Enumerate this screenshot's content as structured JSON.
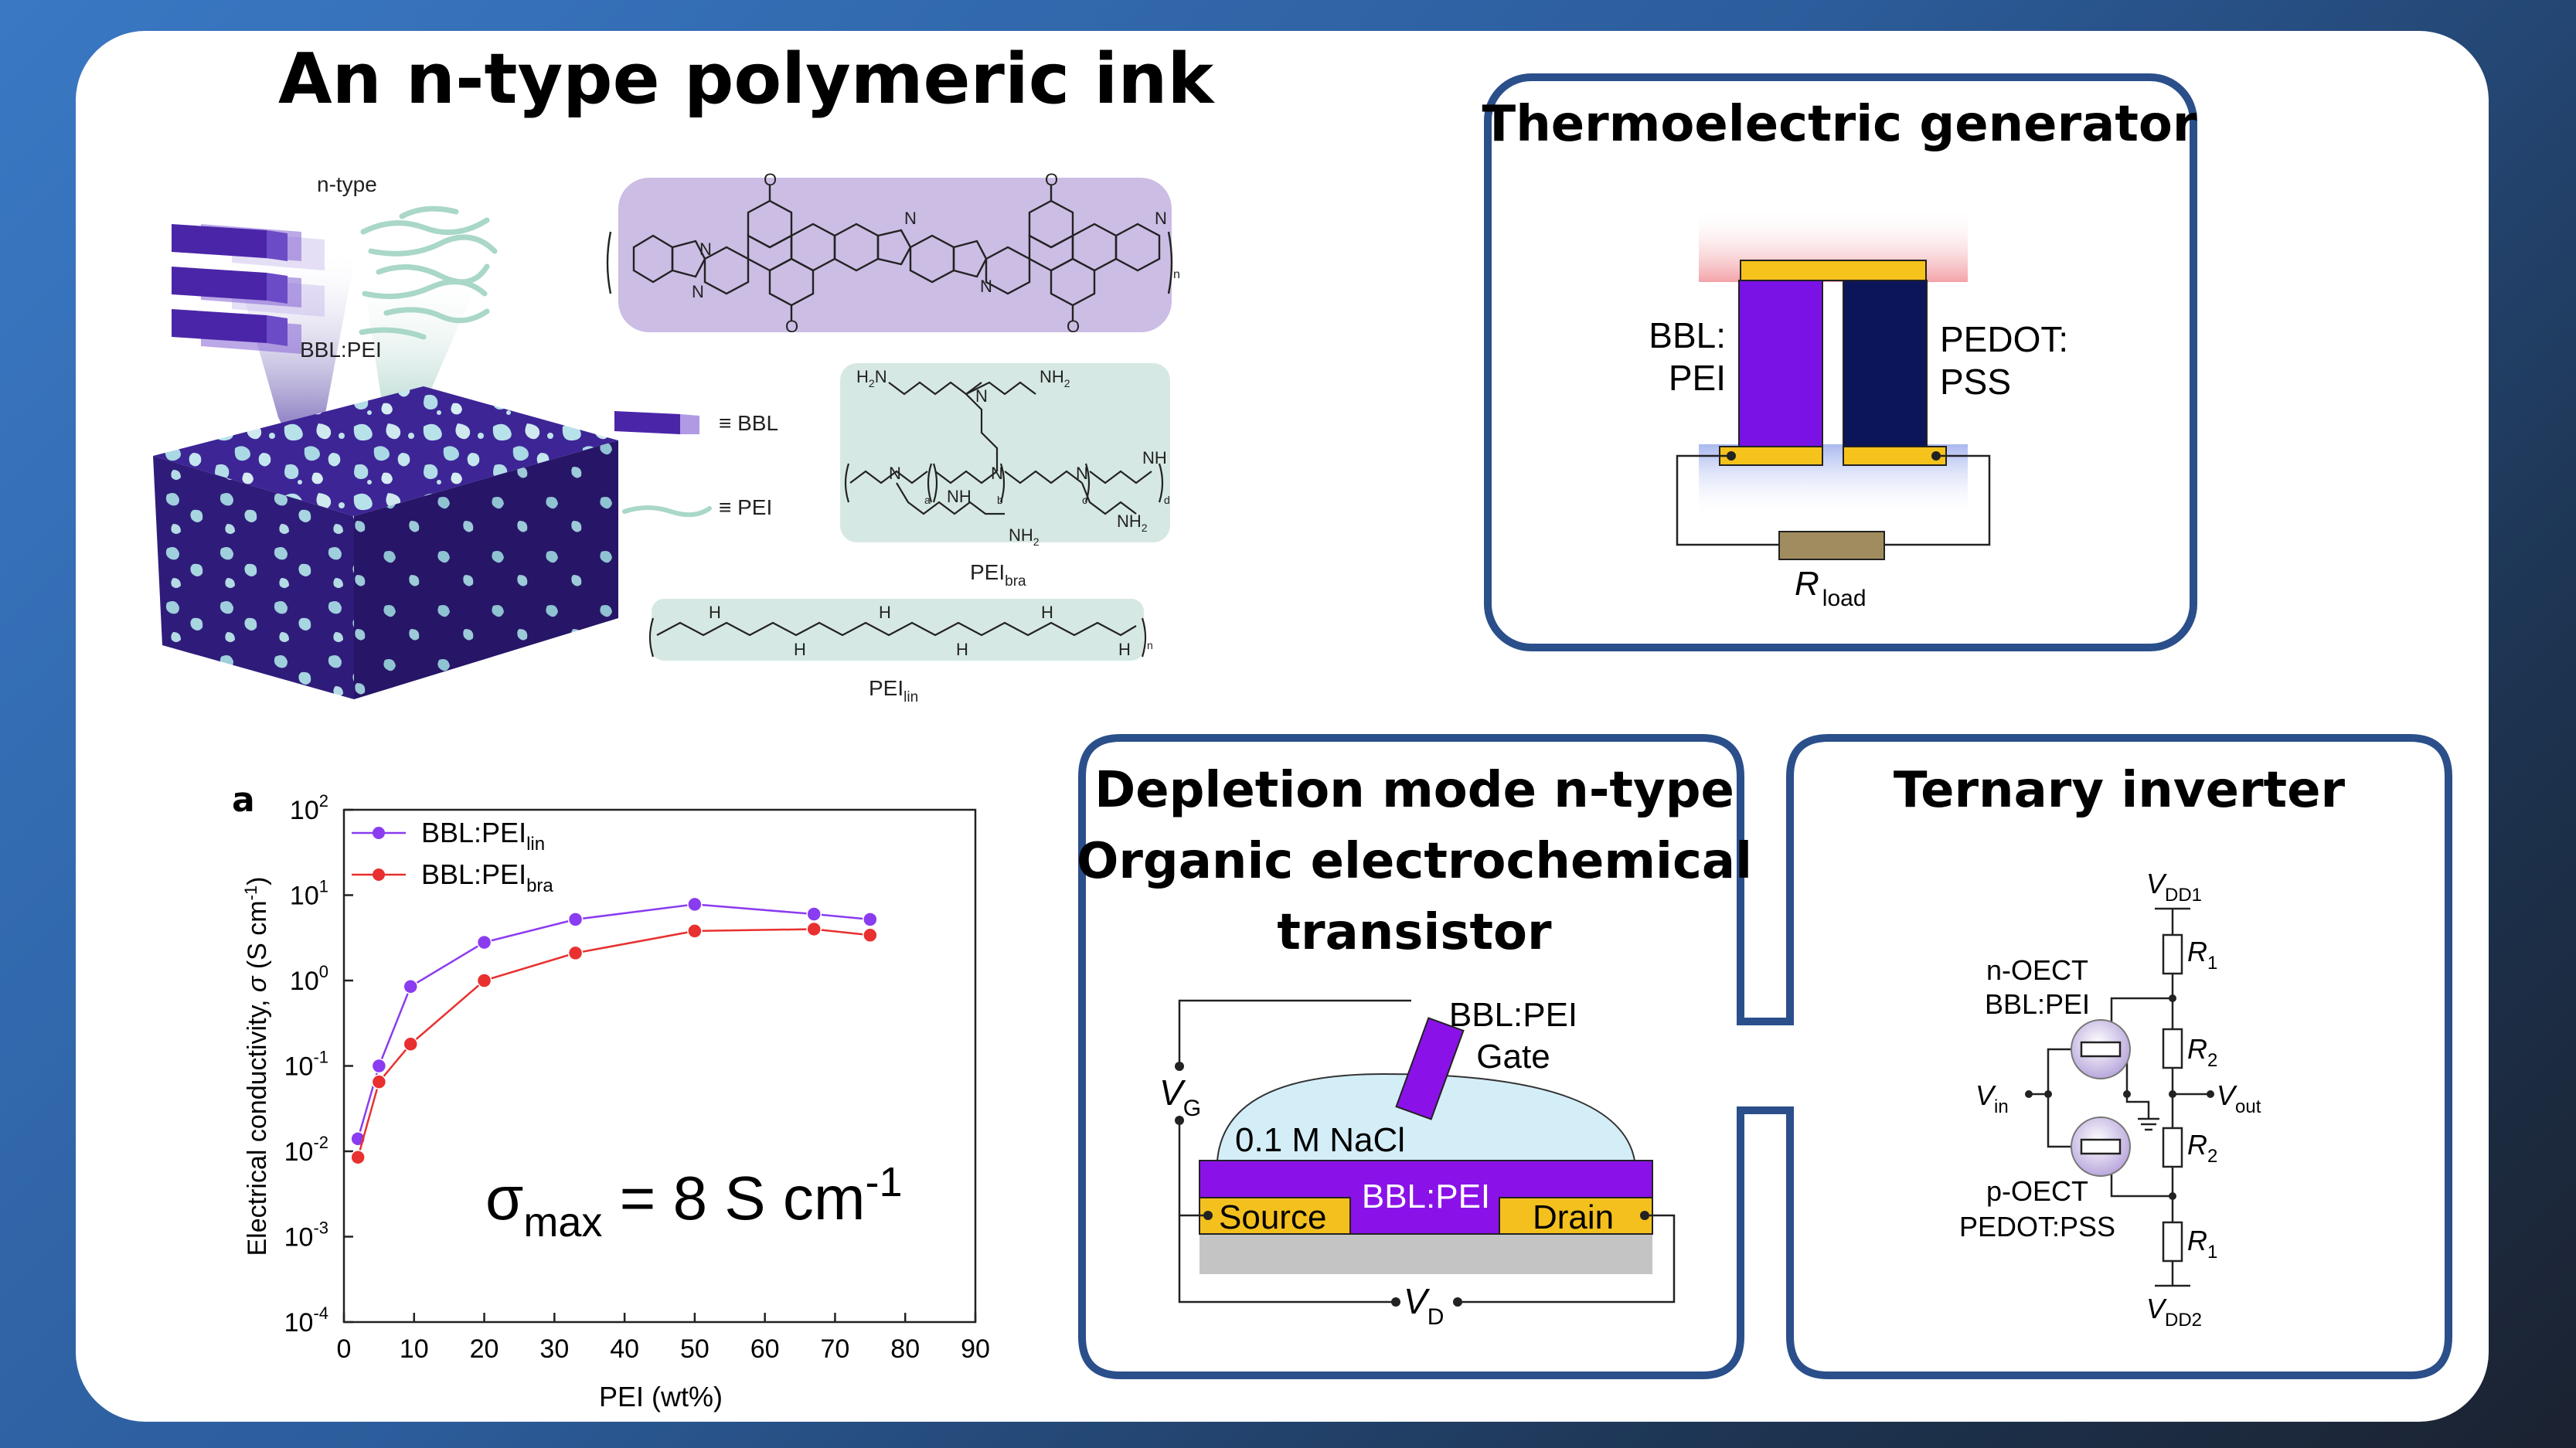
{
  "main_title": "An n-type polymeric ink",
  "ink": {
    "n_type": "n-type",
    "blend": "BBL:PEI",
    "legend_bbl": "≡ BBL",
    "legend_pei": "≡ PEI",
    "pei_bra": "PEI",
    "pei_bra_sub": "bra",
    "pei_lin": "PEI",
    "pei_lin_sub": "lin",
    "atoms": {
      "o": "O",
      "n": "N",
      "nh": "NH",
      "nh2": "NH",
      "h2n": "H",
      "sub_n": "n",
      "a": "a",
      "b": "b",
      "c": "c",
      "d": "d"
    }
  },
  "teg": {
    "title": "Thermoelectric generator",
    "left_label_1": "BBL:",
    "left_label_2": "PEI",
    "right_label_1": "PEDOT:",
    "right_label_2": "PSS",
    "rload": "R",
    "rload_sub": "load",
    "colors": {
      "n_leg": "#7a12e6",
      "p_leg": "#0c1559",
      "contact": "#f6c21c",
      "load": "#a08c5e",
      "hot": "#f3a2a8",
      "cold": "#a9b8ef"
    }
  },
  "oect": {
    "title_1": "Depletion mode n-type",
    "title_2": "Organic electrochemical",
    "title_3": "transistor",
    "gate_1": "BBL:PEI",
    "gate_2": "Gate",
    "vg": "V",
    "vg_sub": "G",
    "electrolyte": "0.1 M NaCl",
    "channel": "BBL:PEI",
    "source": "Source",
    "drain": "Drain",
    "vd": "V",
    "vd_sub": "D",
    "colors": {
      "channel": "#8a12e8",
      "electrolyte": "#d4eef8",
      "contacts": "#f4c01e",
      "substrate": "#c4c4c4"
    }
  },
  "inverter": {
    "title": "Ternary inverter",
    "vdd1": "V",
    "vdd1_sub": "DD1",
    "vdd2": "V",
    "vdd2_sub": "DD2",
    "r1": "R",
    "r1_sub": "1",
    "r2": "R",
    "r2_sub": "2",
    "n_oect_1": "n-OECT",
    "n_oect_2": "BBL:PEI",
    "p_oect_1": "p-OECT",
    "p_oect_2": "PEDOT:PSS",
    "vin": "V",
    "vin_sub": "in",
    "vout": "V",
    "vout_sub": "out"
  },
  "chart_data": {
    "type": "scatter",
    "panel_label": "a",
    "xlabel": "PEI (wt%)",
    "ylabel": "Electrical conductivity, σ (S cm⁻¹)",
    "xlim": [
      0,
      90
    ],
    "xticks": [
      0,
      10,
      20,
      30,
      40,
      50,
      60,
      70,
      80,
      90
    ],
    "ylim": [
      0.0001,
      100
    ],
    "yscale": "log",
    "ytick_exponents": [
      -4,
      -3,
      -2,
      -1,
      0,
      1,
      2
    ],
    "legend_position": "top-left",
    "annotation": "σmax = 8 S cm-1",
    "series": [
      {
        "name": "BBL:PEIlin",
        "color": "#8a3cf0",
        "x": [
          2,
          5,
          9.5,
          20,
          33,
          50,
          67,
          75
        ],
        "y": [
          0.014,
          0.1,
          0.85,
          2.8,
          5.2,
          7.8,
          6.0,
          5.2
        ]
      },
      {
        "name": "BBL:PEIbra",
        "color": "#e83030",
        "x": [
          2,
          5,
          9.5,
          20,
          33,
          50,
          67,
          75
        ],
        "y": [
          0.0085,
          0.065,
          0.18,
          1.0,
          2.1,
          3.8,
          4.0,
          3.4
        ]
      }
    ]
  }
}
